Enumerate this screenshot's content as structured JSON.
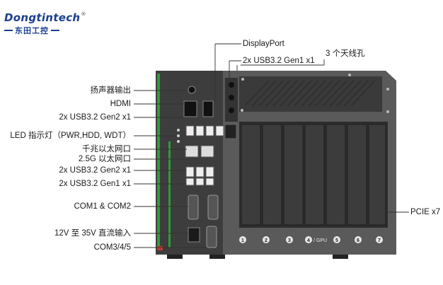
{
  "brand": {
    "name": "Dongtintech",
    "name_cn": "东田工控",
    "registered": "®",
    "color": "#1b3f8f"
  },
  "left_labels": [
    "扬声器输出",
    "HDMI",
    "2x USB3.2 Gen2 x1",
    "LED 指示灯（PWR,HDD, WDT）",
    "千兆以太网口",
    "2.5G 以太网口",
    "2x USB3.2 Gen2 x1",
    "2x USB3.2 Gen1 x1",
    "COM1 & COM2",
    "12V 至 35V 直流输入",
    "COM3/4/5"
  ],
  "top_labels": {
    "displayport": "DisplayPort",
    "usb_top": "2x USB3.2 Gen1 x1",
    "antenna": "3 个天线孔"
  },
  "right_labels": {
    "pcie": "PCIE x7"
  },
  "slot_numbers": [
    "1",
    "2",
    "3",
    "4",
    "5",
    "6",
    "7"
  ],
  "gpu_tag": "/ GPU",
  "colors": {
    "chassis": "#4a4a4a",
    "panel": "#2f2f2f",
    "green_trim": "#2e9b3a",
    "red_trim": "#c0392b"
  }
}
